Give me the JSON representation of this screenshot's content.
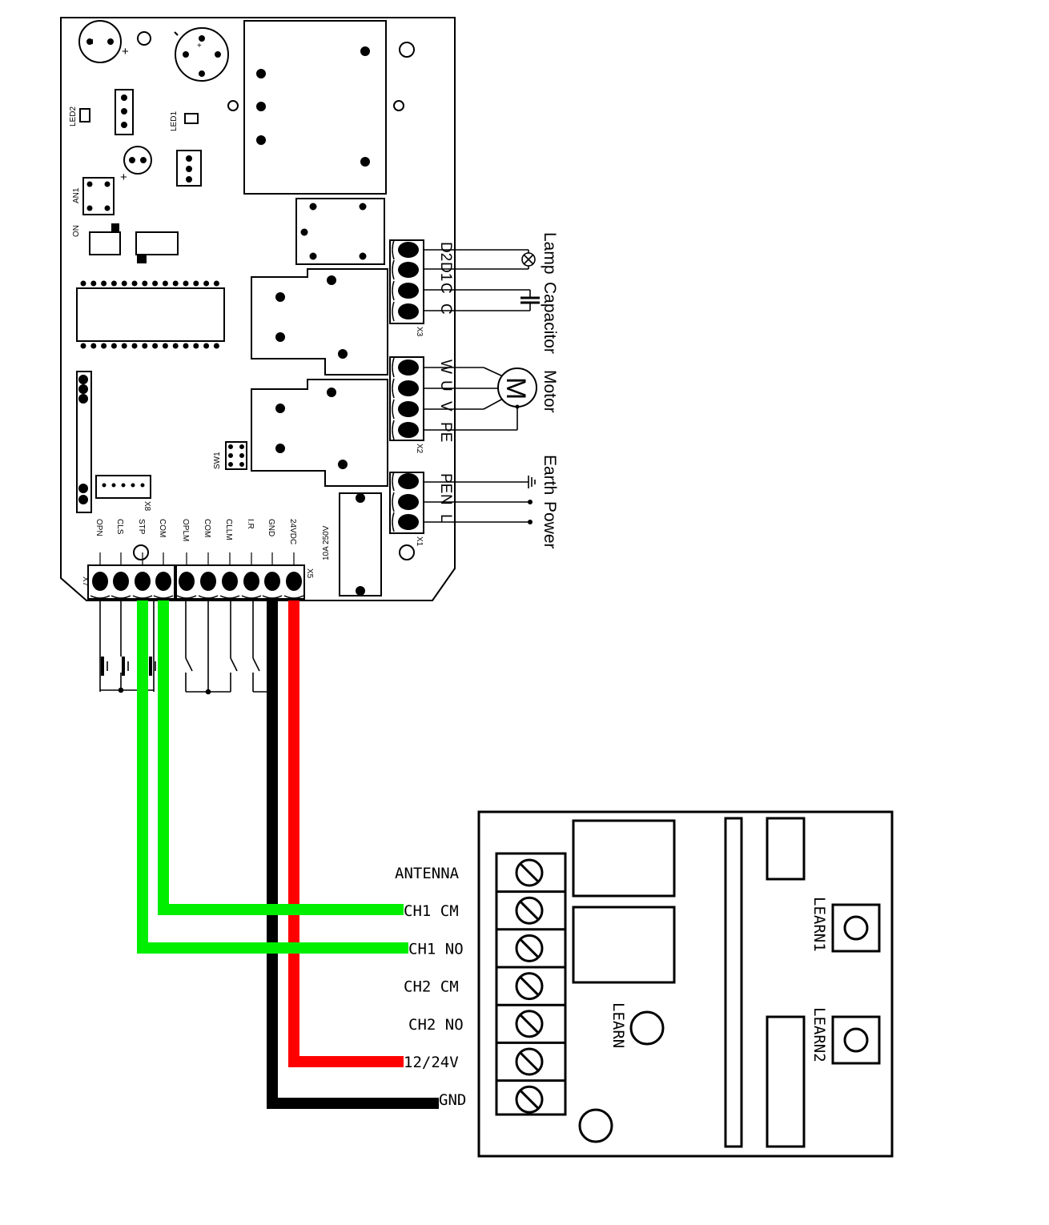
{
  "controller": {
    "leds": [
      "LED2",
      "LED1"
    ],
    "labels": {
      "an1": "AN1",
      "on": "ON",
      "sw1": "SW1",
      "x8": "X8",
      "fuse": "10A 250V"
    },
    "plus_signs": [
      "+",
      "+",
      "+"
    ],
    "x3": {
      "name": "X3",
      "pins": [
        "D2",
        "D1",
        "C",
        "C"
      ]
    },
    "x2": {
      "name": "X2",
      "pins": [
        "W",
        "U",
        "V",
        "PE"
      ]
    },
    "x1": {
      "name": "X1",
      "pins": [
        "PE",
        "N",
        "L"
      ]
    },
    "x7": {
      "name": "X7",
      "pins": [
        "OPN",
        "CLS",
        "STP",
        "COM"
      ]
    },
    "x5": {
      "name": "X5",
      "pins": [
        "OPLM",
        "COM",
        "CLLM",
        "I.R",
        "GND",
        "24VDC"
      ]
    }
  },
  "devices": {
    "lamp": "Lamp",
    "capacitor": "Capacitor",
    "motor": "Motor",
    "motor_symbol": "M",
    "earth": "Earth",
    "power": "Power"
  },
  "receiver": {
    "terminals": [
      "ANTENNA",
      "CH1 CM",
      "CH1 NO",
      "CH2 CM",
      "CH2 NO",
      "12/24V",
      "GND"
    ],
    "buttons": [
      "LEARN1",
      "LEARN2",
      "LEARN"
    ]
  },
  "colors": {
    "wire_ch1_cm": "#00ee00",
    "wire_ch1_no": "#00ee00",
    "wire_power": "#ff0000",
    "wire_gnd": "#000000"
  }
}
